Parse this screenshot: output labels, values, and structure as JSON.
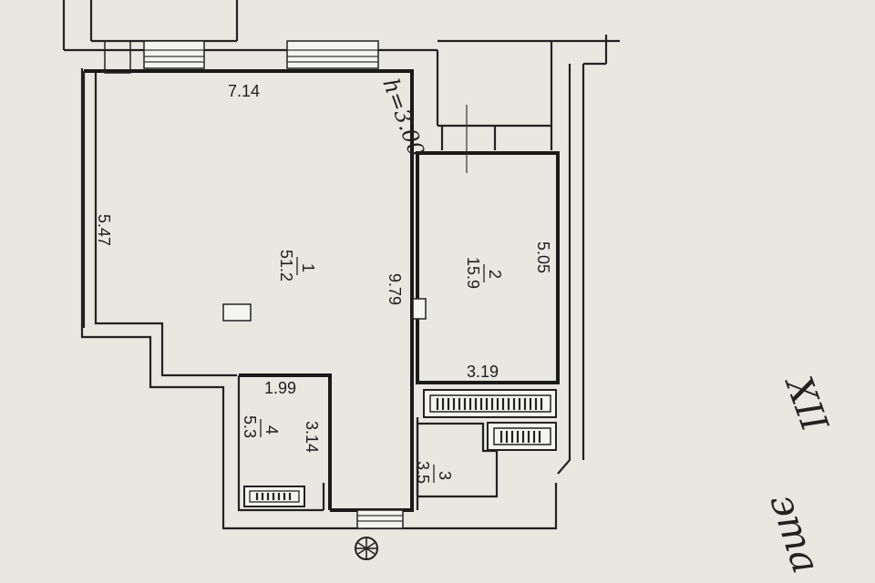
{
  "height_note": "h=3.00",
  "floor_note": {
    "line1": "XII",
    "line2": "эта"
  },
  "rooms": [
    {
      "number": "1",
      "area": "51.2"
    },
    {
      "number": "2",
      "area": "15.9"
    },
    {
      "number": "3",
      "area": "3.5"
    },
    {
      "number": "4",
      "area": "5.3"
    }
  ],
  "dimensions": {
    "top_width": "7.14",
    "left_height": "5.47",
    "center_length": "9.79",
    "room2_length": "5.05",
    "room2_width": "3.19",
    "room4_width": "1.99",
    "room4_length": "3.14"
  },
  "colors": {
    "paper": "#e9e7e2",
    "ink": "#222222"
  }
}
